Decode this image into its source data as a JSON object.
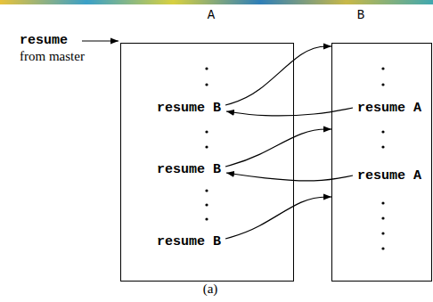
{
  "diagram": {
    "caption": "(a)",
    "nodes": [
      {
        "text": [
          "A",
          "resume B",
          "resume B",
          "resume B"
        ]
      },
      {
        "text": [
          "B",
          "resume A",
          "resume A"
        ]
      }
    ],
    "edges": [
      {
        "from": 0,
        "to": 1,
        "arrow": "to"
      },
      {
        "from": 1,
        "to": 0,
        "arrow": "to"
      },
      {
        "from": 0,
        "to": 1,
        "arrow": "to"
      },
      {
        "from": 1,
        "to": 0,
        "arrow": "to"
      },
      {
        "from": 0,
        "to": 1,
        "arrow": "to"
      }
    ],
    "labels": [
      "resume",
      "from master"
    ]
  }
}
